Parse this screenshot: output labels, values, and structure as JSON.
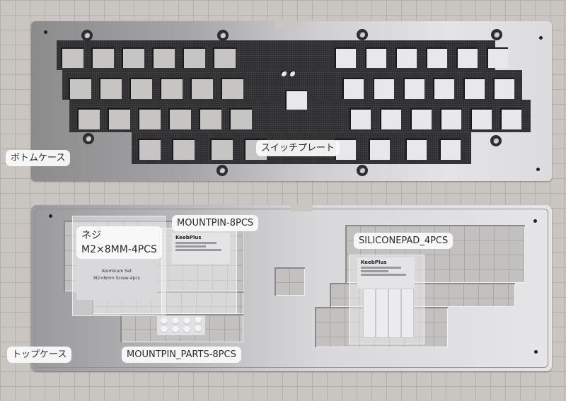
{
  "image": {
    "description": "Keyboard kit parts laid out on a grid cutting mat",
    "background_grid_color": "#b3b0ac"
  },
  "labels": {
    "bottom_case": "ボトムケース",
    "switch_plate": "スイッチプレート",
    "top_case": "トップケース",
    "screw_name": "ネジ",
    "screw_spec": "M2×8MM-4PCS",
    "mountpin": "MOUNTPIN-8PCS",
    "mountpin_parts": "MOUNTPIN_PARTS-8PCS",
    "silicone_pad": "SILICONEPAD_4PCS"
  },
  "screw_card": {
    "line1": "Aluminum Set",
    "line2": "M2×8mm Screw-4pcs"
  },
  "mountpin_card": {
    "brand": "KeebPlus"
  },
  "siliconepad_card": {
    "brand": "KeebPlus"
  },
  "colors": {
    "plate": "#2d2d30",
    "aluminum_light": "#e4e4e6",
    "aluminum_dark": "#8b8b8c",
    "label_bg": "#fafafa"
  }
}
